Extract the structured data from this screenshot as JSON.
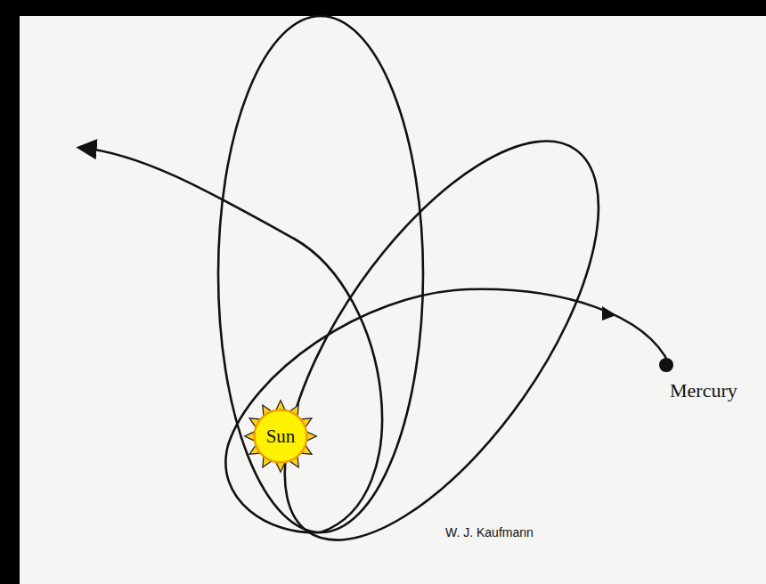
{
  "diagram": {
    "nodes": [
      {
        "text": [
          "Sun"
        ]
      }
    ],
    "labels": [
      "Mercury",
      "W. J. Kaufmann"
    ]
  }
}
